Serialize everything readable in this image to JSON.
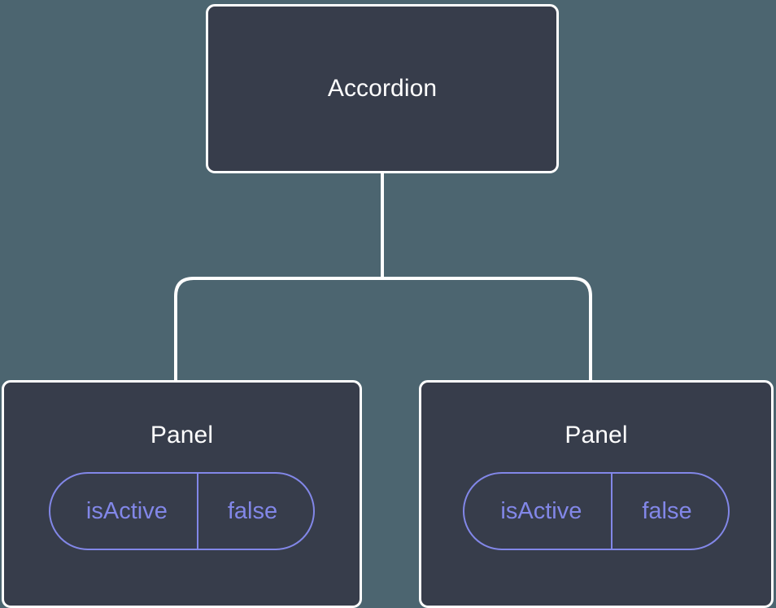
{
  "diagram": {
    "type": "component-tree",
    "background_color": "#4c6570",
    "node_fill_color": "#373d4b",
    "node_border_color": "#ffffff",
    "connector_color": "#ffffff",
    "accent_color": "#8287e8",
    "title_text_color": "#ffffff"
  },
  "root": {
    "label": "Accordion"
  },
  "children": [
    {
      "label": "Panel",
      "prop": {
        "key": "isActive",
        "value": "false"
      }
    },
    {
      "label": "Panel",
      "prop": {
        "key": "isActive",
        "value": "false"
      }
    }
  ]
}
